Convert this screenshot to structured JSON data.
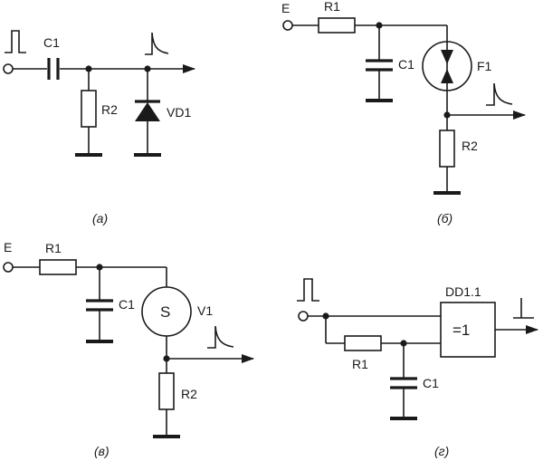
{
  "colors": {
    "ink": "#1a1a1a",
    "background": "#ffffff"
  },
  "panels": {
    "a": {
      "caption": "(а)",
      "components": {
        "capacitor": "C1",
        "resistor": "R2",
        "diode": "VD1"
      }
    },
    "b": {
      "caption": "(б)",
      "terminal": "E",
      "components": {
        "resistor_in": "R1",
        "capacitor": "C1",
        "neon": "F1",
        "resistor_out": "R2"
      }
    },
    "v": {
      "caption": "(в)",
      "terminal": "E",
      "components": {
        "resistor_in": "R1",
        "capacitor": "C1",
        "switch_letter": "S",
        "switch": "V1",
        "resistor_out": "R2"
      }
    },
    "g": {
      "caption": "(г)",
      "components": {
        "gate_name": "DD1.1",
        "gate_symbol": "=1",
        "resistor": "R1",
        "capacitor": "C1"
      }
    }
  }
}
